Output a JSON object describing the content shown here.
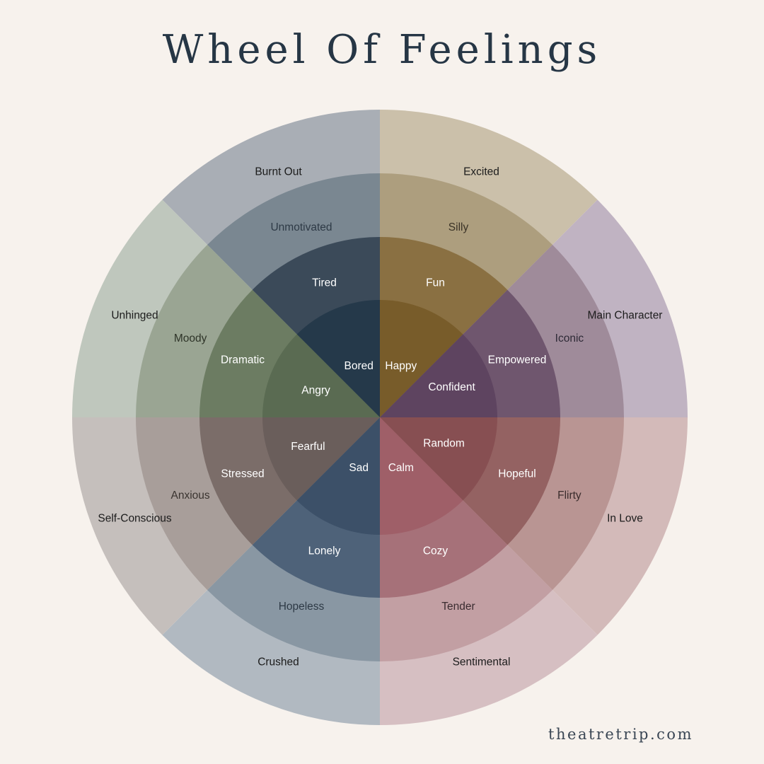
{
  "title": "Wheel Of Feelings",
  "footer": {
    "url": "theatretrip.com"
  },
  "wheel": {
    "rings": [
      {
        "ring": "core",
        "segments": [
          {
            "label": "Bored",
            "color": "#25394a",
            "text_color": "#ffffff"
          },
          {
            "label": "Happy",
            "color": "#785c2a",
            "text_color": "#ffffff"
          },
          {
            "label": "Confident",
            "color": "#5e4460",
            "text_color": "#ffffff"
          },
          {
            "label": "Random",
            "color": "#874f52",
            "text_color": "#ffffff"
          },
          {
            "label": "Calm",
            "color": "#9f5f68",
            "text_color": "#ffffff"
          },
          {
            "label": "Sad",
            "color": "#3c5068",
            "text_color": "#ffffff"
          },
          {
            "label": "Fearful",
            "color": "#6a5e5b",
            "text_color": "#ffffff"
          },
          {
            "label": "Angry",
            "color": "#5a6b52",
            "text_color": "#ffffff"
          }
        ]
      },
      {
        "ring": "middle",
        "segments": [
          {
            "label": "Tired",
            "color": "#3b4a59",
            "text_color": "#ffffff"
          },
          {
            "label": "Fun",
            "color": "#8a7042",
            "text_color": "#ffffff"
          },
          {
            "label": "Empowered",
            "color": "#6f566e",
            "text_color": "#ffffff"
          },
          {
            "label": "Hopeful",
            "color": "#946262",
            "text_color": "#ffffff"
          },
          {
            "label": "Cozy",
            "color": "#a67179",
            "text_color": "#ffffff"
          },
          {
            "label": "Lonely",
            "color": "#4e6279",
            "text_color": "#ffffff"
          },
          {
            "label": "Stressed",
            "color": "#7b6d69",
            "text_color": "#ffffff"
          },
          {
            "label": "Dramatic",
            "color": "#6c7c62",
            "text_color": "#ffffff"
          }
        ]
      },
      {
        "ring": "outer-middle",
        "segments": [
          {
            "label": "Unmotivated",
            "color": "#7a8791",
            "text_color": "#2e3a46"
          },
          {
            "label": "Silly",
            "color": "#ad9e7e",
            "text_color": "#3a3226"
          },
          {
            "label": "Iconic",
            "color": "#9f8b9a",
            "text_color": "#2e2a36"
          },
          {
            "label": "Flirty",
            "color": "#b99593",
            "text_color": "#3a2c2c"
          },
          {
            "label": "Tender",
            "color": "#c29fa3",
            "text_color": "#3a2c30"
          },
          {
            "label": "Hopeless",
            "color": "#8997a3",
            "text_color": "#2e3a46"
          },
          {
            "label": "Anxious",
            "color": "#a89e9a",
            "text_color": "#3a3430"
          },
          {
            "label": "Moody",
            "color": "#9aa593",
            "text_color": "#2e3428"
          }
        ]
      },
      {
        "ring": "outer",
        "segments": [
          {
            "label": "Burnt Out",
            "color": "#a9aeb5",
            "text_color": "#1c1c1c"
          },
          {
            "label": "Excited",
            "color": "#cbc0aa",
            "text_color": "#1c1c1c"
          },
          {
            "label": "Main Character",
            "color": "#c0b3c2",
            "text_color": "#1c1c1c"
          },
          {
            "label": "In Love",
            "color": "#d3bab9",
            "text_color": "#1c1c1c"
          },
          {
            "label": "Sentimental",
            "color": "#d6bfc2",
            "text_color": "#1c1c1c"
          },
          {
            "label": "Crushed",
            "color": "#b1b9c1",
            "text_color": "#1c1c1c"
          },
          {
            "label": "Self-Conscious",
            "color": "#c5bfbc",
            "text_color": "#1c1c1c"
          },
          {
            "label": "Unhinged",
            "color": "#bfc7bd",
            "text_color": "#1c1c1c"
          }
        ]
      }
    ]
  }
}
